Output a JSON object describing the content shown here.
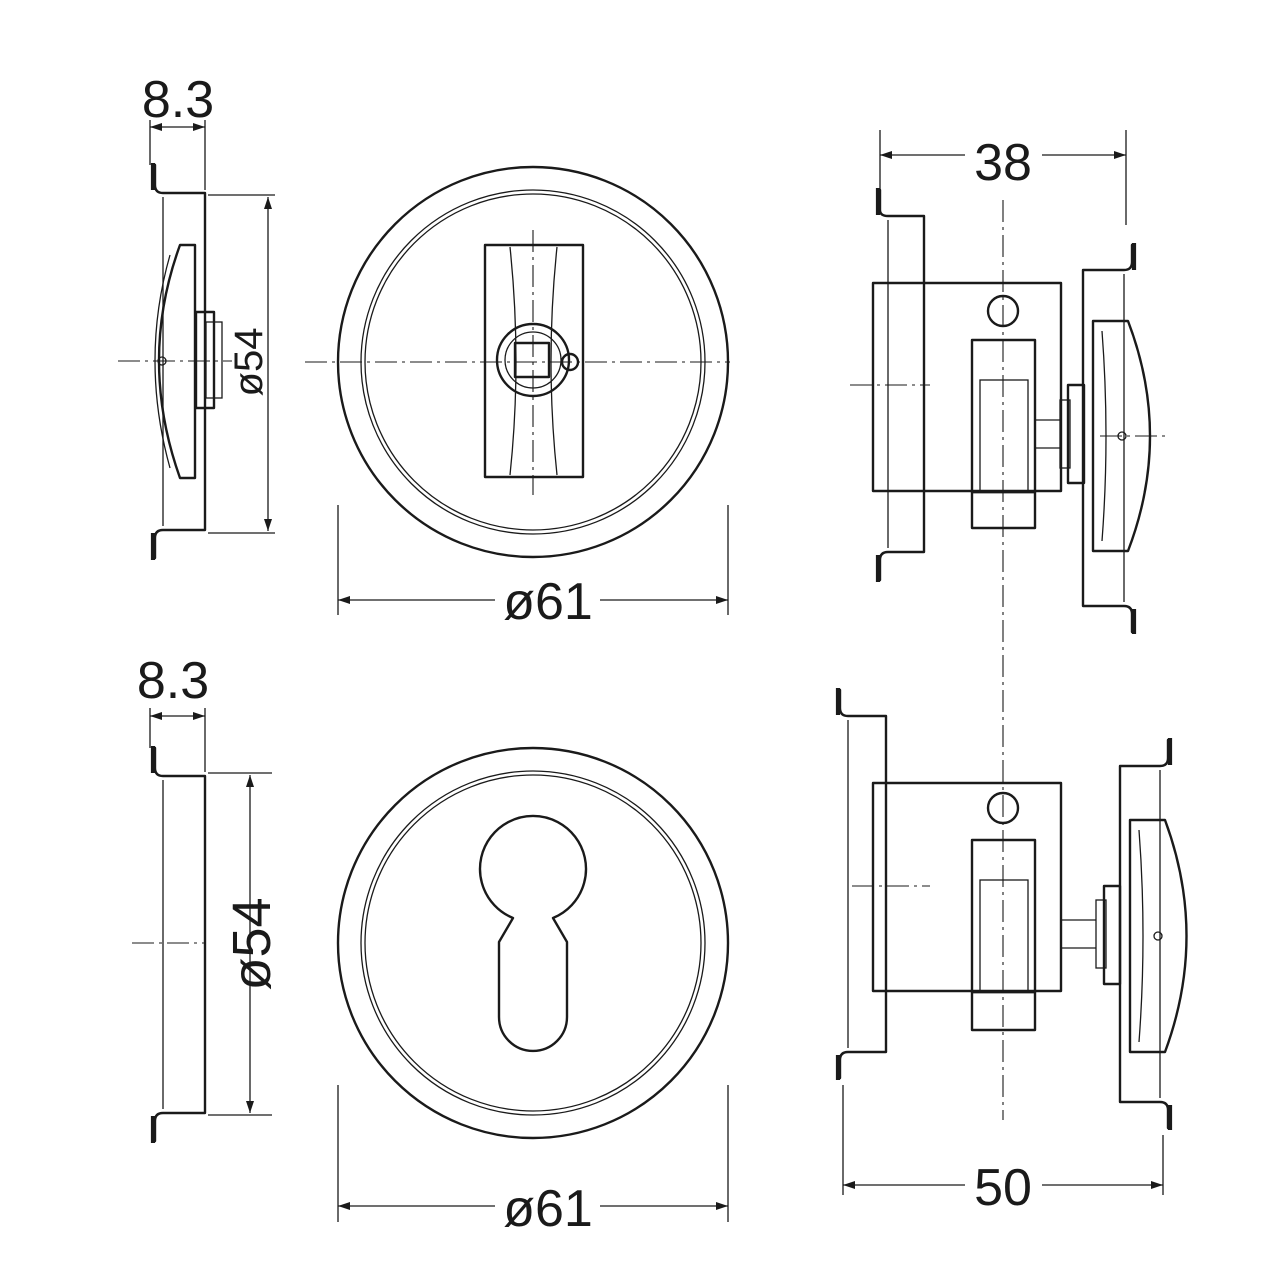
{
  "dimensions": {
    "top_side_depth": "8.3",
    "top_side_diameter": "ø54",
    "top_front_diameter": "ø61",
    "bottom_side_depth": "8.3",
    "bottom_side_diameter": "ø54",
    "bottom_front_diameter": "ø61",
    "top_section_width": "38",
    "bottom_section_width": "50"
  },
  "colors": {
    "line": "#1a1a1a",
    "background": "#ffffff"
  }
}
